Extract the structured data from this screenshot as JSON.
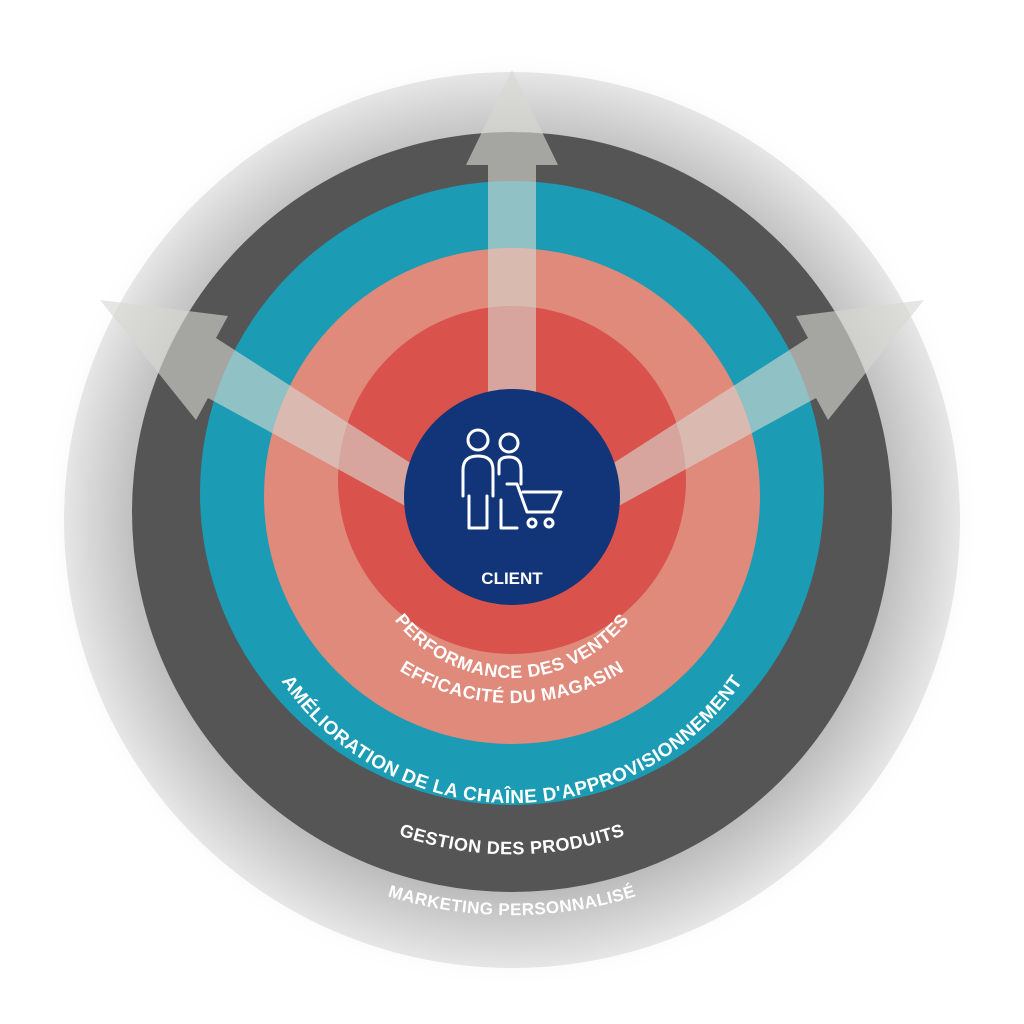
{
  "center": {
    "label": "CLIENT",
    "icon": "shoppers-with-cart-icon",
    "color": "#12357a"
  },
  "rings": [
    {
      "label": "PERFORMANCE DES VENTES",
      "color": "#d9534c"
    },
    {
      "label": "EFFICACITÉ DU MAGASIN",
      "color": "#df8a7b"
    },
    {
      "label": "AMÉLIORATION DE LA CHAÎNE D'APPROVISIONNEMENT",
      "color": "#1b9bb4"
    },
    {
      "label": "GESTION DES PRODUITS",
      "color": "#555555"
    },
    {
      "label": "MARKETING PERSONNALISÉ",
      "color": "#b7b7b7"
    }
  ],
  "arrows": {
    "count": 3,
    "color": "#c8cbc3"
  }
}
